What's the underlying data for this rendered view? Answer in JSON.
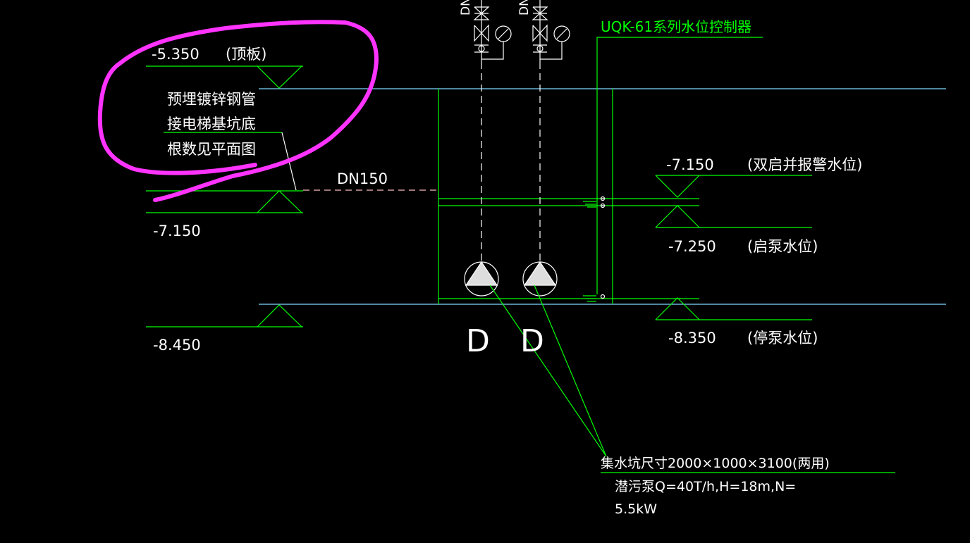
{
  "colors": {
    "background": "#000000",
    "outline": "#00ff00",
    "grade_line": "#7fd8ff",
    "text": "#ffffff",
    "controller_text": "#00ff00",
    "marker": "#ff33ff"
  },
  "left_levels": {
    "roof": {
      "elev": "-5.350",
      "note": "(顶板)"
    },
    "pipe": {
      "elev": "-7.150"
    },
    "bottom": {
      "elev": "-8.450"
    }
  },
  "pipe_note": [
    "预埋镀锌钢管",
    "接电梯基坑底",
    "根数见平面图"
  ],
  "pipe_size": "DN150",
  "controller": "UQK-61系列水位控制器",
  "valve_labels": [
    "DN",
    "DN"
  ],
  "right_levels": [
    {
      "elev": "-7.150",
      "desc": "(双启并报警水位)"
    },
    {
      "elev": "-7.250",
      "desc": "(启泵水位)"
    },
    {
      "elev": "-8.350",
      "desc": "(停泵水位)"
    }
  ],
  "pump_tags": [
    "D",
    "D"
  ],
  "spec": {
    "pit": "集水坑尺寸2000×1000×3100(两用)",
    "pump_line1": "潜污泵Q=40T/h,H=18m,N=",
    "pump_line2": "5.5kW"
  },
  "marker_icon": "freehand-circle-annotation"
}
